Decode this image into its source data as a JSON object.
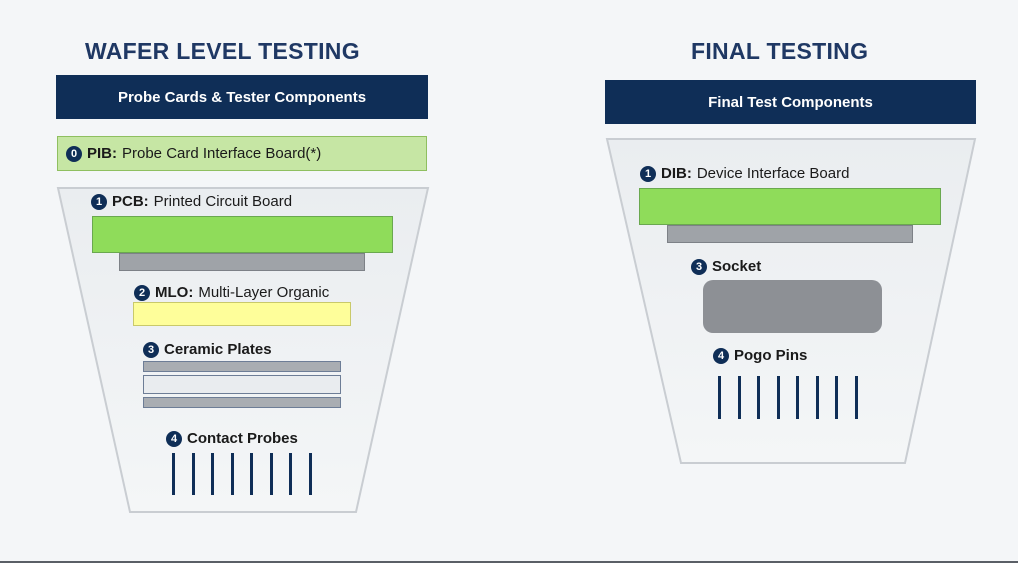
{
  "left": {
    "title": "WAFER LEVEL TESTING",
    "header": "Probe Cards & Tester Components",
    "pib": {
      "num": "0",
      "abbr": "PIB:",
      "desc": "Probe Card Interface Board(*)"
    },
    "pcb": {
      "num": "1",
      "abbr": "PCB:",
      "desc": "Printed Circuit Board"
    },
    "mlo": {
      "num": "2",
      "abbr": "MLO:",
      "desc": "Multi-Layer Organic"
    },
    "ceramic": {
      "num": "3",
      "label": "Ceramic Plates"
    },
    "probes": {
      "num": "4",
      "label": "Contact Probes",
      "count": 8
    }
  },
  "right": {
    "title": "FINAL TESTING",
    "header": "Final Test Components",
    "dib": {
      "num": "1",
      "abbr": "DIB:",
      "desc": "Device Interface Board"
    },
    "socket": {
      "num": "3",
      "label": "Socket"
    },
    "pogo": {
      "num": "4",
      "label": "Pogo Pins",
      "count": 8
    }
  },
  "colors": {
    "navy": "#0f2e57",
    "green": "#8fdc5a",
    "light_green": "#c6e6a4",
    "yellow": "#fefe9a",
    "grey": "#9fa3a8"
  }
}
